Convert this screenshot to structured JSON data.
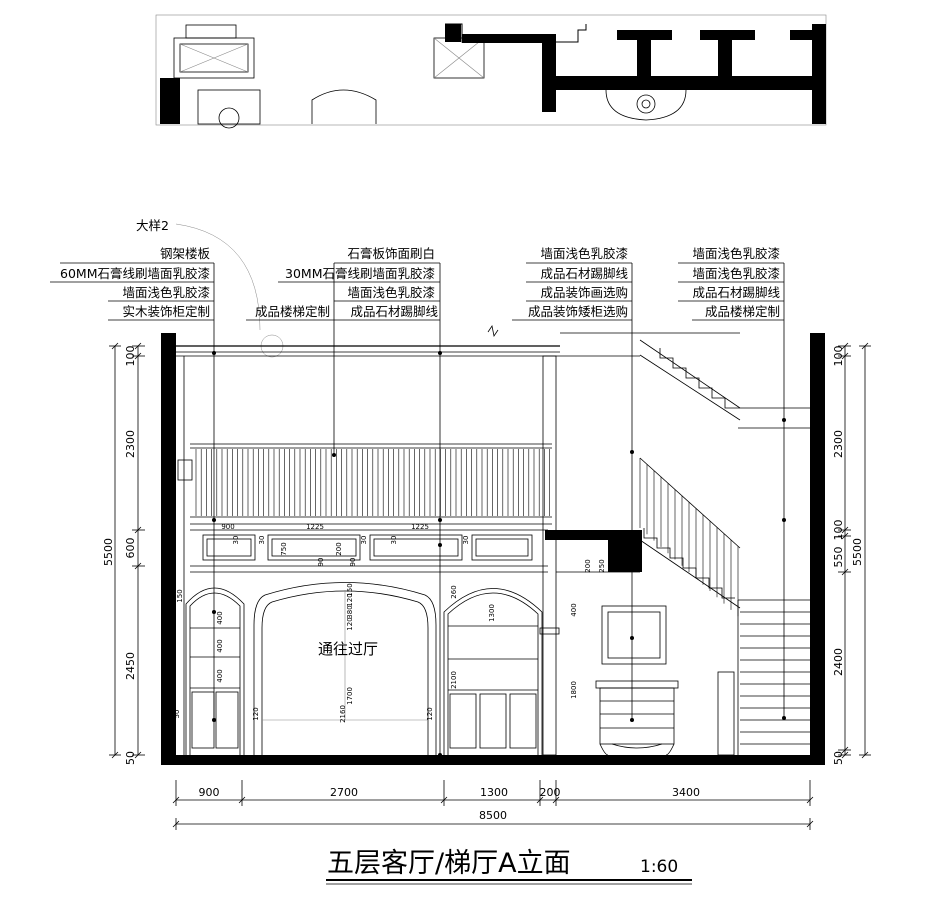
{
  "title": "五层客厅/梯厅A立面",
  "scale": "1:60",
  "room_label": "通往过厅",
  "detail_tag": "大样2",
  "callouts": {
    "group1": [
      "钢架楼板",
      "60MM石膏线刷墙面乳胶漆",
      "墙面浅色乳胶漆",
      "实木装饰柜定制"
    ],
    "group2": [
      "石膏板饰面刷白",
      "30MM石膏线刷墙面乳胶漆",
      "墙面浅色乳胶漆",
      "成品楼梯定制",
      "成品石材踢脚线"
    ],
    "group3": [
      "墙面浅色乳胶漆",
      "成品石材踢脚线",
      "成品装饰画选购",
      "成品装饰矮柜选购"
    ],
    "group4": [
      "墙面浅色乳胶漆",
      "墙面浅色乳胶漆",
      "成品石材踢脚线",
      "成品楼梯定制"
    ]
  },
  "dims_bottom": [
    "900",
    "2700",
    "1300",
    "200",
    "3400"
  ],
  "dim_total": "8500",
  "dims_left": [
    "100",
    "2300",
    "600",
    "2450",
    "50"
  ],
  "dim_left_total": "5500",
  "dims_right": [
    "100",
    "2300",
    "100",
    "550",
    "2400",
    "50"
  ],
  "dim_right_total": "5500",
  "inner_dims": {
    "panels": [
      "900",
      "1225",
      "1225"
    ],
    "small": [
      "30",
      "30",
      "30",
      "30",
      "30",
      "750",
      "200",
      "90",
      "90",
      "150",
      "120",
      "380",
      "120",
      "260",
      "150",
      "400",
      "400",
      "400",
      "1700",
      "2160",
      "120",
      "120",
      "50",
      "1300",
      "2100",
      "400",
      "200",
      "250",
      "1800"
    ]
  }
}
